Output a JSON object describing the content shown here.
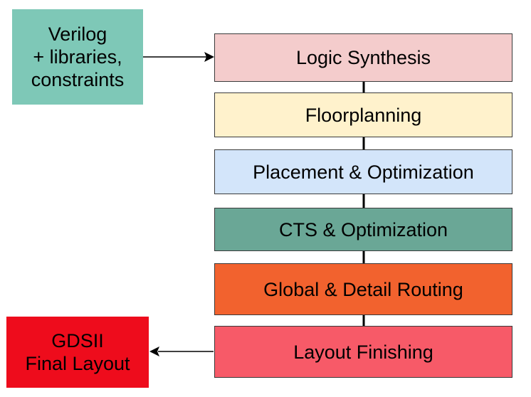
{
  "input_box": {
    "lines": [
      "Verilog",
      "+ libraries,",
      "constraints"
    ],
    "color": "#7ec8b7"
  },
  "output_box": {
    "lines": [
      "GDSII",
      "Final Layout"
    ],
    "color": "#ee0c1c"
  },
  "flow_steps": [
    {
      "label": "Logic Synthesis",
      "color": "#f4cccc"
    },
    {
      "label": "Floorplanning",
      "color": "#fff2cc"
    },
    {
      "label": "Placement & Optimization",
      "color": "#d3e5fa"
    },
    {
      "label": "CTS & Optimization",
      "color": "#6aa796"
    },
    {
      "label": "Global & Detail Routing",
      "color": "#f2622e"
    },
    {
      "label": "Layout Finishing",
      "color": "#f75a68"
    }
  ],
  "line_color": "#000000"
}
